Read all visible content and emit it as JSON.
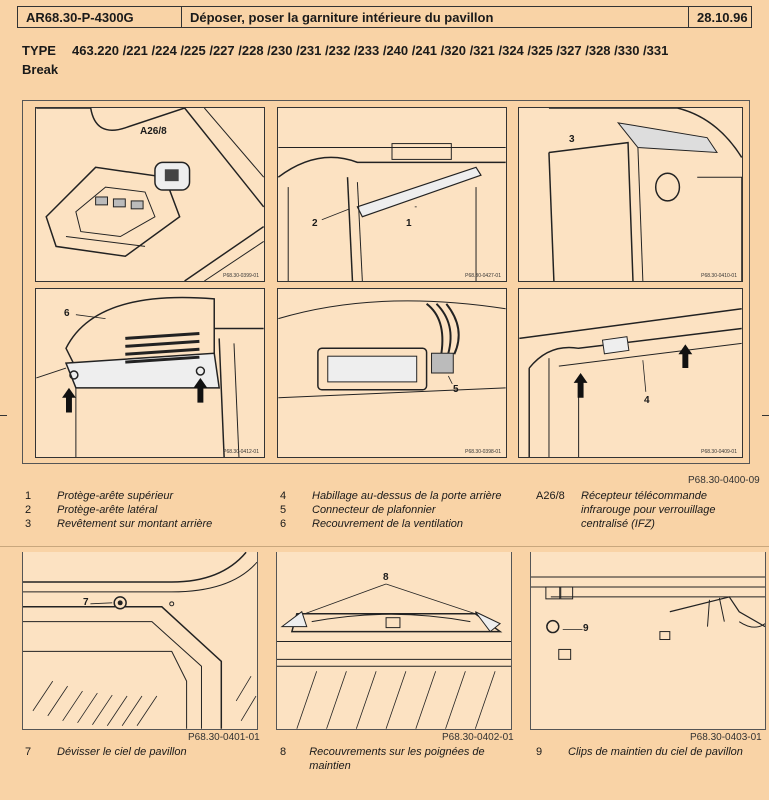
{
  "header": {
    "code": "AR68.30-P-4300G",
    "title": "Déposer, poser la garniture intérieure du pavillon",
    "date": "28.10.96"
  },
  "type_line": {
    "label": "TYPE",
    "models": "463.220 /221 /224 /225 /227 /228 /230 /231 /232 /233 /240 /241 /320 /321 /324 /325 /327 /328 /330 /331"
  },
  "variant": "Break",
  "figure_main": {
    "ref": "P68.30-0400-09",
    "panels": [
      {
        "code": "P68.30-0399-01",
        "callouts": [
          "A26/8"
        ]
      },
      {
        "code": "P68.30-0427-01",
        "callouts": [
          "2",
          "1"
        ]
      },
      {
        "code": "P68.30-0410-01",
        "callouts": [
          "3"
        ]
      },
      {
        "code": "P68.30-0412-01",
        "callouts": [
          "6"
        ]
      },
      {
        "code": "P68.30-0398-01",
        "callouts": [
          "5"
        ]
      },
      {
        "code": "P68.30-0409-01",
        "callouts": [
          "4"
        ]
      }
    ]
  },
  "legend": {
    "col1": [
      {
        "num": "1",
        "text": "Protège-arête supérieur"
      },
      {
        "num": "2",
        "text": "Protège-arête latéral"
      },
      {
        "num": "3",
        "text": "Revêtement sur montant arrière"
      }
    ],
    "col2": [
      {
        "num": "4",
        "text": "Habillage au-dessus de la porte arrière"
      },
      {
        "num": "5",
        "text": "Connecteur de plafonnier"
      },
      {
        "num": "6",
        "text": "Recouvrement de la ventilation"
      }
    ],
    "col3": [
      {
        "num": "A26/8",
        "text": "Récepteur télécommande infrarouge pour verrouillage centralisé (IFZ)"
      }
    ]
  },
  "lower_figures": [
    {
      "ref": "P68.30-0401-01",
      "callout": "7",
      "num": "7",
      "caption": "Dévisser le ciel de pavillon"
    },
    {
      "ref": "P68.30-0402-01",
      "callout": "8",
      "num": "8",
      "caption": "Recouvrements sur les poignées de maintien"
    },
    {
      "ref": "P68.30-0403-01",
      "callout": "9",
      "num": "9",
      "caption": "Clips de maintien du ciel de pavillon"
    }
  ]
}
